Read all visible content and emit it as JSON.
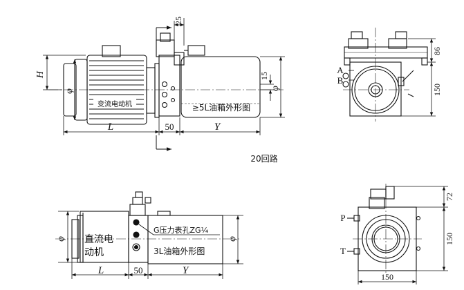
{
  "top_view": {
    "dims": {
      "H": "H",
      "phi_motor": "φ",
      "L": "L",
      "gap50": "50",
      "Y": "Y",
      "d25": "25",
      "d15": "15",
      "phi_tank": "φ"
    },
    "motor_label": "变流电动机",
    "tank_label": "≥5L油箱外形图",
    "circuit_label": "20回路"
  },
  "top_side": {
    "port_a": "A",
    "port_b": "B",
    "dim_86": "86",
    "dim_150": "150"
  },
  "bottom_view": {
    "dims": {
      "phi_motor": "φ",
      "L": "L",
      "gap50": "50",
      "Y": "Y",
      "phi_tank": "φ"
    },
    "motor_label_1": "直流电",
    "motor_label_2": "动机",
    "gauge_label": "G压力表孔ZG¼",
    "tank_label": "3L油箱外形图"
  },
  "bottom_side": {
    "port_p": "P",
    "port_t": "T",
    "dim_72": "72",
    "dim_150_v": "150",
    "dim_150_h": "150"
  }
}
